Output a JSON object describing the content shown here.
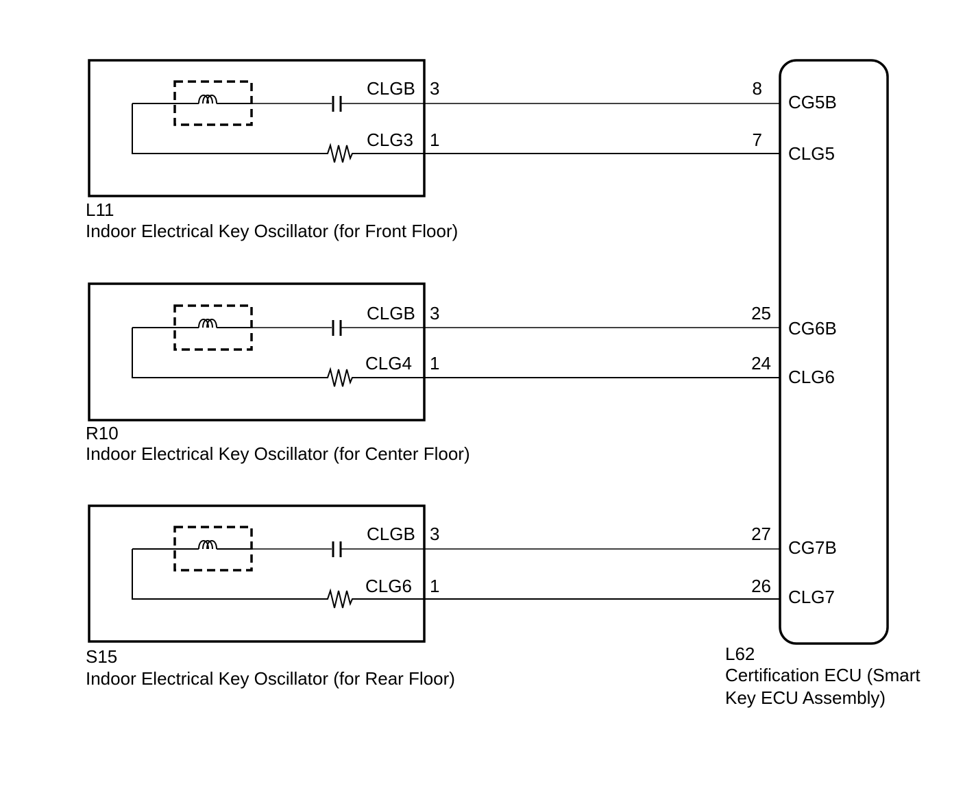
{
  "oscillators": [
    {
      "code": "L11",
      "name": "Indoor Electrical Key Oscillator (for Front Floor)",
      "upper_pin_name": "CLGB",
      "upper_pin_no": "3",
      "lower_pin_name": "CLG3",
      "lower_pin_no": "1",
      "ecu_upper_pin_no": "8",
      "ecu_upper_pin_name": "CG5B",
      "ecu_lower_pin_no": "7",
      "ecu_lower_pin_name": "CLG5"
    },
    {
      "code": "R10",
      "name": "Indoor Electrical Key Oscillator (for Center Floor)",
      "upper_pin_name": "CLGB",
      "upper_pin_no": "3",
      "lower_pin_name": "CLG4",
      "lower_pin_no": "1",
      "ecu_upper_pin_no": "25",
      "ecu_upper_pin_name": "CG6B",
      "ecu_lower_pin_no": "24",
      "ecu_lower_pin_name": "CLG6"
    },
    {
      "code": "S15",
      "name": "Indoor Electrical Key Oscillator (for Rear Floor)",
      "upper_pin_name": "CLGB",
      "upper_pin_no": "3",
      "lower_pin_name": "CLG6",
      "lower_pin_no": "1",
      "ecu_upper_pin_no": "27",
      "ecu_upper_pin_name": "CG7B",
      "ecu_lower_pin_no": "26",
      "ecu_lower_pin_name": "CLG7"
    }
  ],
  "ecu": {
    "code": "L62",
    "name_line1": "Certification ECU (Smart",
    "name_line2": "Key ECU Assembly)"
  }
}
